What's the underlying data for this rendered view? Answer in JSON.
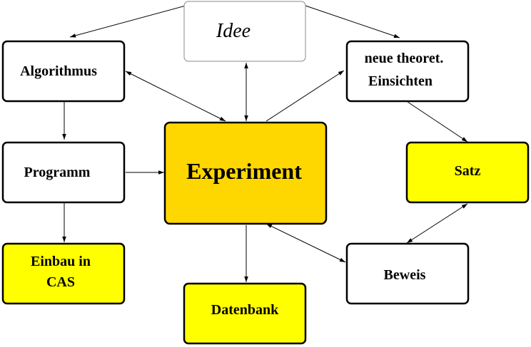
{
  "nodes": {
    "idee": {
      "label": "Idee",
      "fill": "#ffffff"
    },
    "algorithmus": {
      "label": "Algorithmus",
      "fill": "#ffffff"
    },
    "einsichten": {
      "line1": "neue theoret.",
      "line2": "Einsichten",
      "fill": "#ffffff"
    },
    "programm": {
      "label": "Programm",
      "fill": "#ffffff"
    },
    "experiment": {
      "label": "Experiment",
      "fill": "#ffd700"
    },
    "satz": {
      "label": "Satz",
      "fill": "#ffff00"
    },
    "einbau": {
      "line1": "Einbau in",
      "line2": "CAS",
      "fill": "#ffff00"
    },
    "datenbank": {
      "label": "Datenbank",
      "fill": "#ffff00"
    },
    "beweis": {
      "label": "Beweis",
      "fill": "#ffffff"
    }
  },
  "edges": [
    {
      "from": "idee",
      "to": "algorithmus",
      "direction": "forward"
    },
    {
      "from": "idee",
      "to": "einsichten",
      "direction": "forward"
    },
    {
      "from": "idee",
      "to": "experiment",
      "direction": "both"
    },
    {
      "from": "algorithmus",
      "to": "experiment",
      "direction": "both"
    },
    {
      "from": "algorithmus",
      "to": "programm",
      "direction": "forward"
    },
    {
      "from": "experiment",
      "to": "einsichten",
      "direction": "forward"
    },
    {
      "from": "einsichten",
      "to": "satz",
      "direction": "forward"
    },
    {
      "from": "programm",
      "to": "experiment",
      "direction": "forward"
    },
    {
      "from": "programm",
      "to": "einbau",
      "direction": "forward"
    },
    {
      "from": "experiment",
      "to": "datenbank",
      "direction": "forward"
    },
    {
      "from": "experiment",
      "to": "beweis",
      "direction": "both"
    },
    {
      "from": "satz",
      "to": "beweis",
      "direction": "both"
    }
  ]
}
